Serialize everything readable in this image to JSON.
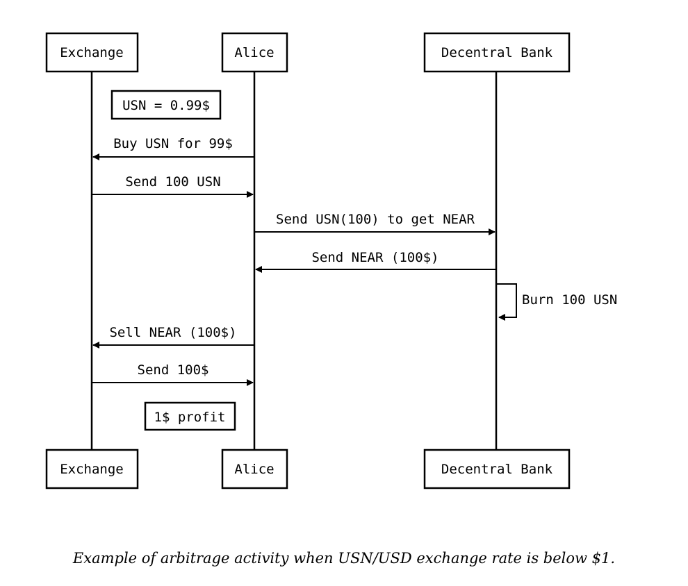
{
  "participants": [
    {
      "id": "exchange",
      "label": "Exchange"
    },
    {
      "id": "alice",
      "label": "Alice"
    },
    {
      "id": "bank",
      "label": "Decentral Bank"
    }
  ],
  "notes": {
    "usn_price": "USN = 0.99$",
    "profit": "1$ profit"
  },
  "messages": [
    {
      "from": "alice",
      "to": "exchange",
      "label": "Buy USN for 99$"
    },
    {
      "from": "exchange",
      "to": "alice",
      "label": "Send 100 USN"
    },
    {
      "from": "alice",
      "to": "bank",
      "label": "Send USN(100) to get NEAR"
    },
    {
      "from": "bank",
      "to": "alice",
      "label": "Send NEAR (100$)"
    },
    {
      "from": "bank",
      "to": "bank",
      "label": "Burn 100 USN"
    },
    {
      "from": "alice",
      "to": "exchange",
      "label": "Sell NEAR (100$)"
    },
    {
      "from": "exchange",
      "to": "alice",
      "label": "Send 100$"
    }
  ],
  "caption": "Example of arbitrage activity when USN/USD exchange rate is below $1.",
  "colors": {
    "line": "#000000",
    "background": "#ffffff"
  }
}
